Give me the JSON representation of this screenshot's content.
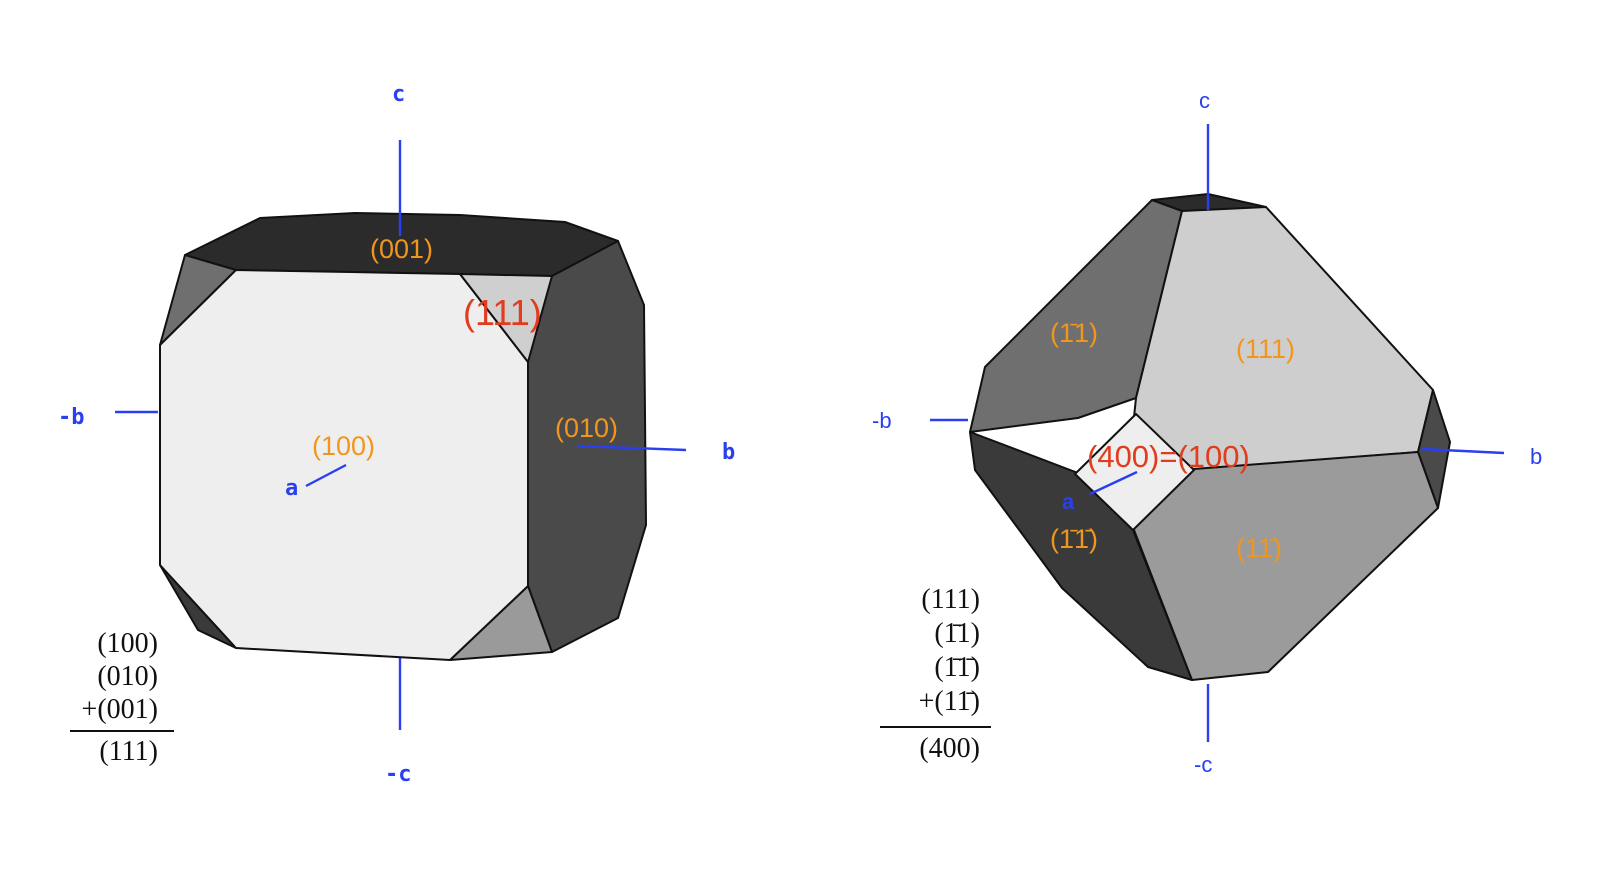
{
  "left_crystal": {
    "axes": {
      "c": "c",
      "neg_c": "-c",
      "b": "b",
      "neg_b": "-b",
      "a": "a"
    },
    "faces": {
      "f100": "(100)",
      "f010": "(010)",
      "f001": "(001)",
      "f111": "(111)"
    },
    "sum": {
      "term1": "(100)",
      "term2": "(010)",
      "term3": "+(001)",
      "result": "(111)"
    }
  },
  "right_crystal": {
    "axes": {
      "c": "c",
      "neg_c": "-c",
      "b": "b",
      "neg_b": "-b",
      "a": "a"
    },
    "faces": {
      "f111": "(111)",
      "f1b11": "(1̄1)",
      "f1b1b1": "(1̄1̄)",
      "f111b": "(11̄)",
      "f400": "(400)=(100)"
    },
    "sum": {
      "term1": "(111)",
      "term2": "(1̄1)",
      "term3": "(1̄1̄)",
      "term4": "+(11̄)",
      "result": "(400)"
    }
  },
  "colors": {
    "axis": "#2a3ff0",
    "face_label": "#f0961e",
    "highlight_label": "#e13c1e"
  }
}
